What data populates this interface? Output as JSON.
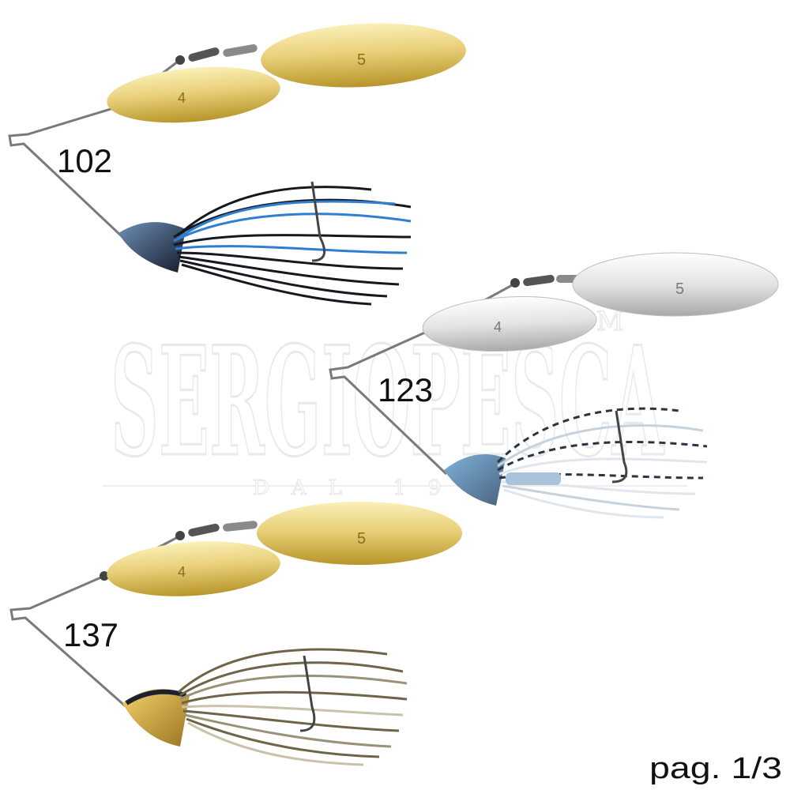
{
  "watermark": {
    "brand": "SERGIOPESCA",
    "tld": ".COM",
    "tagline": "DAL 19"
  },
  "lures": [
    {
      "code": "102",
      "blade_finish": "gold",
      "skirt": "black-blue",
      "blade_small_size": "4",
      "blade_large_size": "5"
    },
    {
      "code": "123",
      "blade_finish": "silver",
      "skirt": "clear-black-flake",
      "blade_small_size": "4",
      "blade_large_size": "5"
    },
    {
      "code": "137",
      "blade_finish": "gold",
      "skirt": "brown-olive",
      "blade_small_size": "4",
      "blade_large_size": "5"
    }
  ],
  "pagination": {
    "label": "pag. 1/3"
  },
  "colors": {
    "gold_light": "#f4e39a",
    "gold_dark": "#b8952a",
    "silver_light": "#f7f7f7",
    "silver_dark": "#a9a9a9",
    "skirt_black": "#15181f",
    "skirt_blue": "#2f7fd0",
    "skirt_clear": "#dfe6ee",
    "skirt_brown": "#6e6548",
    "wire": "#7a7a7a"
  }
}
